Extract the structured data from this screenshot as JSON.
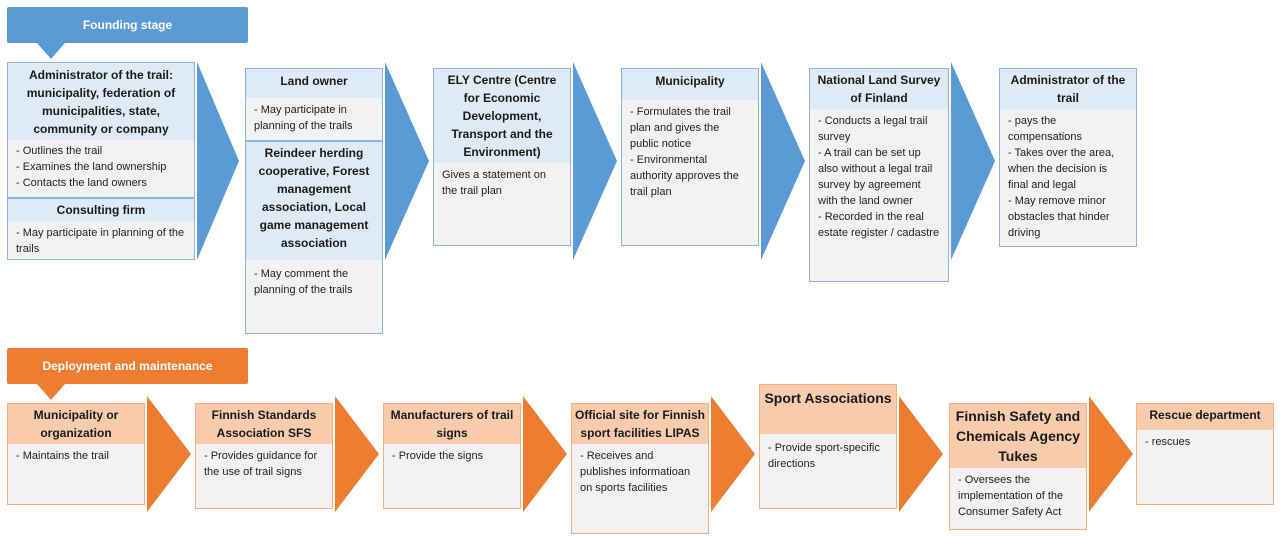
{
  "founding": {
    "label": "Founding stage",
    "boxes": [
      {
        "title": "Administrator of the trail: municipality, federation of municipalities, state, community or company",
        "items": [
          "- Outlines the trail",
          "- Examines the land ownership",
          "- Contacts the land owners"
        ],
        "sub_title": "Consulting firm",
        "sub_items": [
          "- May participate in planning of the trails"
        ]
      },
      {
        "title": "Land owner",
        "items": [
          "- May participate in planning of the trails"
        ],
        "sub_title": "Reindeer herding cooperative, Forest management association, Local game management association",
        "sub_items": [
          "- May comment the planning of the trails"
        ]
      },
      {
        "title": "ELY Centre (Centre for Economic Development, Transport and the Environment)",
        "items": [
          "Gives a statement on the trail plan"
        ]
      },
      {
        "title": "Municipality",
        "items": [
          "- Formulates the trail plan and gives the public notice",
          "- Environmental authority approves the trail plan"
        ]
      },
      {
        "title": "National Land Survey of Finland",
        "items": [
          "- Conducts a legal trail survey",
          "- A trail can be set up also without a legal trail survey by agreement with the land owner",
          "- Recorded in the real estate register / cadastre"
        ]
      },
      {
        "title": "Administrator of the trail",
        "items": [
          "- pays the compensations",
          "- Takes over the area, when the decision is final and legal",
          "- May remove minor obstacles that hinder driving"
        ]
      }
    ]
  },
  "deployment": {
    "label": "Deployment and maintenance",
    "boxes": [
      {
        "title": "Municipality or organization",
        "items": [
          "- Maintains the trail"
        ]
      },
      {
        "title": "Finnish Standards Association SFS",
        "items": [
          "- Provides guidance for the use of trail signs"
        ]
      },
      {
        "title": "Manufacturers of trail signs",
        "items": [
          "- Provide the signs"
        ]
      },
      {
        "title": "Official site for Finnish sport facilities LIPAS",
        "items": [
          "- Receives and publishes informatioan on sports facilities"
        ]
      },
      {
        "title": "Sport Associations",
        "items": [
          "- Provide sport-specific directions"
        ]
      },
      {
        "title": "Finnish Safety and Chemicals Agency Tukes",
        "items": [
          "- Oversees the implementation of the Consumer Safety Act"
        ]
      },
      {
        "title": "Rescue department",
        "items": [
          "- rescues"
        ]
      }
    ]
  },
  "colors": {
    "founding_accent": "#5b9bd5",
    "founding_header": "#deebf7",
    "deployment_accent": "#ed7d31",
    "deployment_header": "#f8cbad",
    "box_body": "#f2f2f2"
  }
}
